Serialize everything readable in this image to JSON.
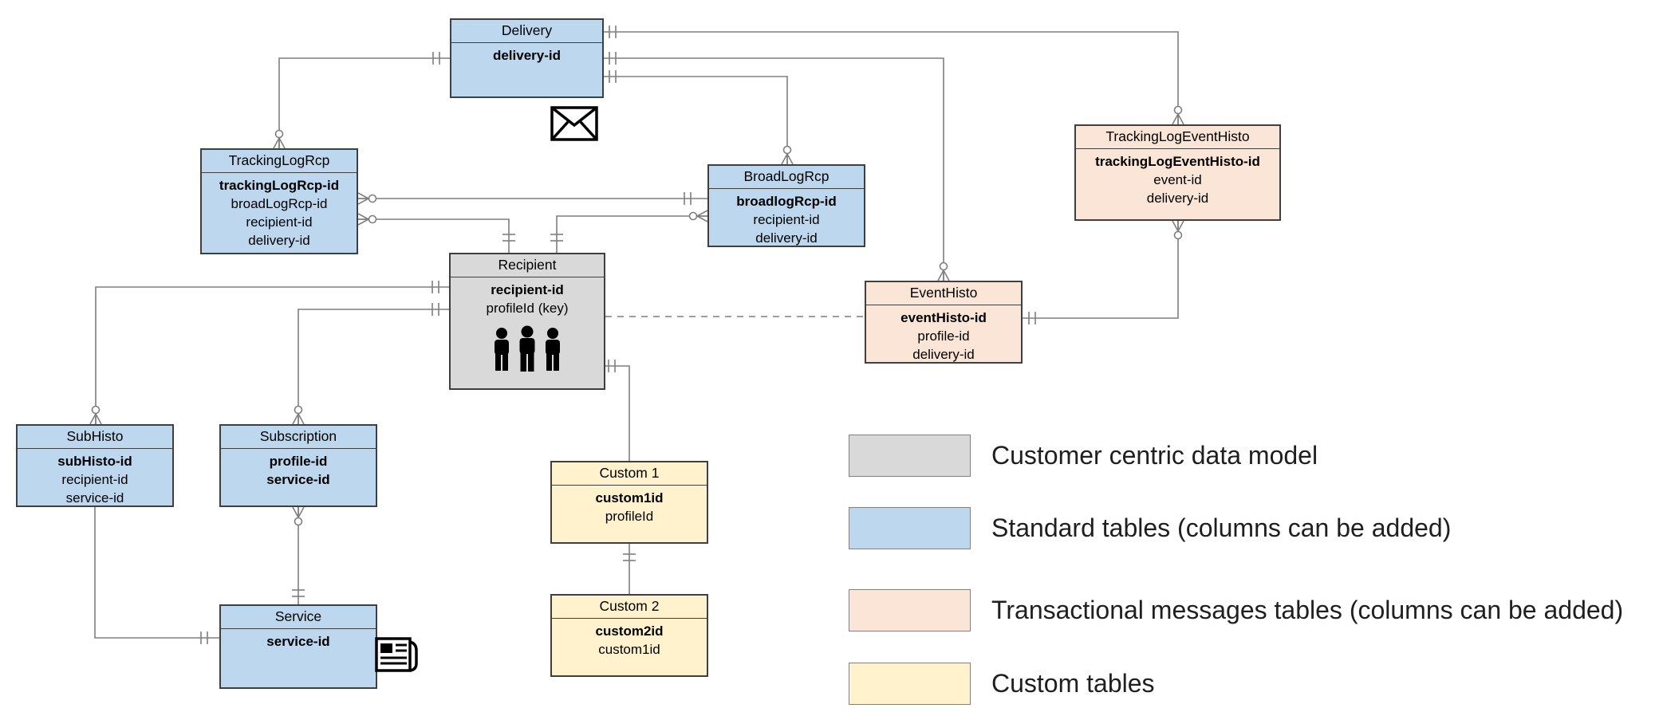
{
  "colors": {
    "customer_centric": "#d9d9d9",
    "standard": "#bdd7ee",
    "transactional": "#fbe5d6",
    "custom": "#fff2cc",
    "line": "#7f7f7f",
    "border": "#3f3f3f",
    "background": "#ffffff"
  },
  "entities": {
    "delivery": {
      "title": "Delivery",
      "type": "standard",
      "icon": "envelope-icon",
      "fields": [
        "delivery-id"
      ]
    },
    "trackingLogRcp": {
      "title": "TrackingLogRcp",
      "type": "standard",
      "fields": [
        "trackingLogRcp-id",
        "broadLogRcp-id",
        "recipient-id",
        "delivery-id"
      ]
    },
    "broadLogRcp": {
      "title": "BroadLogRcp",
      "type": "standard",
      "fields": [
        "broadlogRcp-id",
        "recipient-id",
        "delivery-id"
      ]
    },
    "trackingLogEventHisto": {
      "title": "TrackingLogEventHisto",
      "type": "transactional",
      "fields": [
        "trackingLogEventHisto-id",
        "event-id",
        "delivery-id"
      ]
    },
    "recipient": {
      "title": "Recipient",
      "type": "customer_centric",
      "icon": "people-icon",
      "fields": [
        "recipient-id",
        "profileId (key)"
      ]
    },
    "eventHisto": {
      "title": "EventHisto",
      "type": "transactional",
      "fields": [
        "eventHisto-id",
        "profile-id",
        "delivery-id"
      ]
    },
    "subHisto": {
      "title": "SubHisto",
      "type": "standard",
      "fields": [
        "subHisto-id",
        "recipient-id",
        "service-id"
      ]
    },
    "subscription": {
      "title": "Subscription",
      "type": "standard",
      "fields": [
        "profile-id",
        "service-id"
      ]
    },
    "service": {
      "title": "Service",
      "type": "standard",
      "icon": "newspaper-icon",
      "fields": [
        "service-id"
      ]
    },
    "custom1": {
      "title": "Custom 1",
      "type": "custom",
      "fields": [
        "custom1id",
        "profileId"
      ]
    },
    "custom2": {
      "title": "Custom 2",
      "type": "custom",
      "fields": [
        "custom2id",
        "custom1id"
      ]
    }
  },
  "legend": {
    "items": [
      {
        "label": "Customer centric data model",
        "color_key": "customer_centric"
      },
      {
        "label": "Standard tables (columns can be added)",
        "color_key": "standard"
      },
      {
        "label": "Transactional messages tables (columns can be added)",
        "color_key": "transactional"
      },
      {
        "label": "Custom tables",
        "color_key": "custom"
      }
    ]
  },
  "relationships": [
    {
      "from": "Delivery",
      "to": "TrackingLogEventHisto",
      "notation": "one-to-zero-or-many"
    },
    {
      "from": "Delivery",
      "to": "EventHisto",
      "notation": "one-to-zero-or-many"
    },
    {
      "from": "Delivery",
      "to": "BroadLogRcp",
      "notation": "one-to-zero-or-many"
    },
    {
      "from": "Delivery",
      "to": "TrackingLogRcp",
      "notation": "one-to-zero-or-many"
    },
    {
      "from": "BroadLogRcp",
      "to": "TrackingLogRcp",
      "notation": "one-to-zero-or-many"
    },
    {
      "from": "Recipient",
      "to": "TrackingLogRcp",
      "notation": "one-to-zero-or-many"
    },
    {
      "from": "Recipient",
      "to": "BroadLogRcp",
      "notation": "one-to-zero-or-many"
    },
    {
      "from": "Recipient",
      "to": "SubHisto",
      "notation": "one-to-zero-or-many"
    },
    {
      "from": "Recipient",
      "to": "Subscription",
      "notation": "one-to-zero-or-many"
    },
    {
      "from": "Recipient",
      "to": "EventHisto",
      "notation": "dashed-link"
    },
    {
      "from": "EventHisto",
      "to": "TrackingLogEventHisto",
      "notation": "one-to-zero-or-many"
    },
    {
      "from": "Recipient",
      "to": "Custom 1",
      "notation": "one-to-one"
    },
    {
      "from": "Custom 1",
      "to": "Custom 2",
      "notation": "one-to-one"
    },
    {
      "from": "Subscription",
      "to": "Service",
      "notation": "many-to-one"
    },
    {
      "from": "SubHisto",
      "to": "Service",
      "notation": "many-to-one"
    }
  ]
}
